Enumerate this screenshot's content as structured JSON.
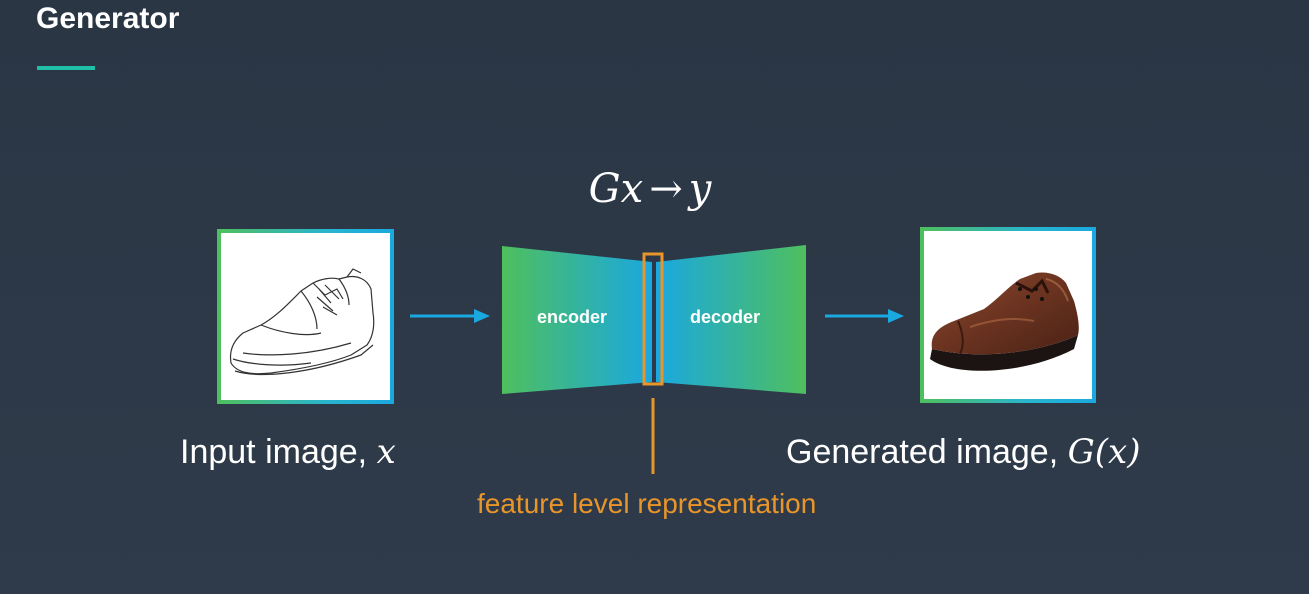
{
  "slide": {
    "title": "Generator",
    "formula": {
      "g": "G",
      "sub": "x",
      "arrow": "→",
      "y": "y"
    },
    "encoder_label": "encoder",
    "decoder_label": "decoder",
    "input_caption": {
      "text": "Input image, ",
      "math": "x"
    },
    "output_caption": {
      "text": "Generated image, ",
      "math": "G(x)"
    },
    "feature_label": "feature level representation",
    "colors": {
      "background": "#2b3745",
      "accent_teal": "#1fbfa8",
      "arrow_blue": "#1aa8e0",
      "feature_orange": "#e8952a",
      "green": "#4fbf5d"
    },
    "icons": [
      "shoe-sketch-image",
      "leather-shoe-image"
    ]
  }
}
